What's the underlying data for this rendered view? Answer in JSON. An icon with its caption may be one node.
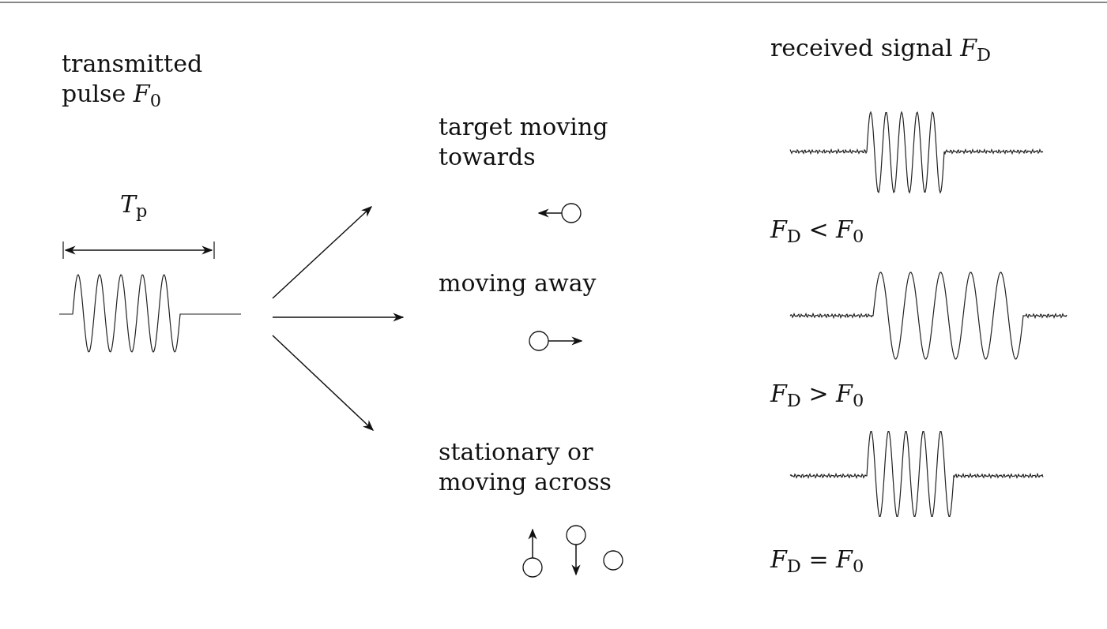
{
  "diagram": {
    "nodes": [
      {
        "text": [
          "transmitted pulse *F*$_{0}$"
        ]
      },
      {
        "text": [
          "target moving towards"
        ]
      },
      {
        "text": [
          "moving away"
        ]
      },
      {
        "text": [
          "stationary or moving across"
        ]
      }
    ],
    "edges": [
      {
        "from": 0,
        "to": 1,
        "arrow": "to"
      },
      {
        "from": 0,
        "to": 2,
        "arrow": "to"
      },
      {
        "from": 0,
        "to": 3,
        "arrow": "to"
      }
    ],
    "labels": [
      "*T*$_{p}$",
      "received signal *F*$_{D}$",
      "*F*$_{D}$ < *F*$_{0}$",
      "*F*$_{D}$ > *F*$_{0}$",
      "*F*$_{D}$ = *F*$_{0}$"
    ]
  }
}
